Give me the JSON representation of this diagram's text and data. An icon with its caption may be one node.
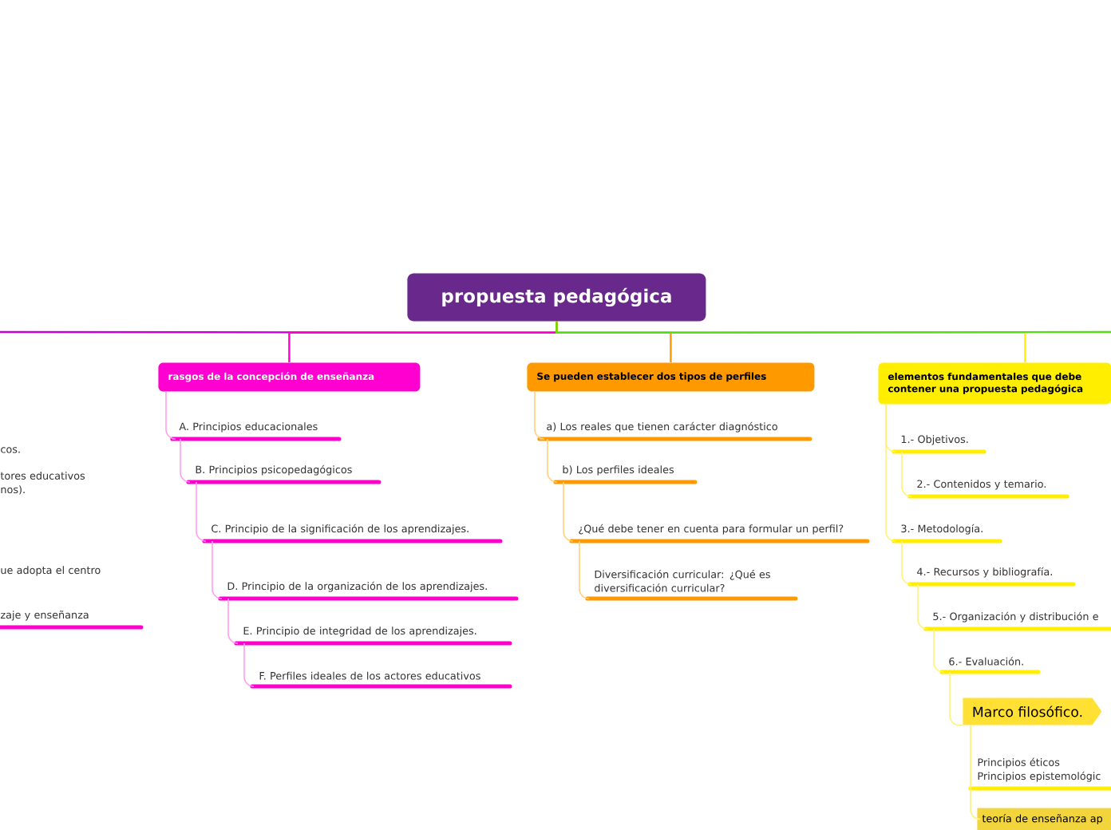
{
  "diagram": {
    "nodes": [
      {
        "text": [
          "propuesta pedagógica"
        ]
      },
      {
        "text": [
          "cos."
        ]
      },
      {
        "text": [
          "tores educativos nos)."
        ]
      },
      {
        "text": [
          "ue adopta el centro"
        ]
      },
      {
        "text": [
          "zaje y enseñanza"
        ]
      },
      {
        "text": [
          "rasgos de la concepción de enseñanza"
        ]
      },
      {
        "text": [
          "A. Principios educacionales"
        ]
      },
      {
        "text": [
          "B. Principios psicopedagógicos"
        ]
      },
      {
        "text": [
          "C. Principio de la significación de los aprendizajes."
        ]
      },
      {
        "text": [
          "D. Principio de la organización de los aprendizajes."
        ]
      },
      {
        "text": [
          "E. Principio de integridad de los aprendizajes."
        ]
      },
      {
        "text": [
          "F. Perfiles ideales de los actores educativos"
        ]
      },
      {
        "text": [
          "Se pueden establecer dos tipos de perfiles"
        ]
      },
      {
        "text": [
          "a) Los reales que tienen carácter diagnóstico"
        ]
      },
      {
        "text": [
          "b) Los perfiles ideales"
        ]
      },
      {
        "text": [
          "¿Qué debe tener en cuenta para formular un perfil?"
        ]
      },
      {
        "text": [
          "Diversificación curricular: ¿Qué es diversificación curricular?"
        ]
      },
      {
        "text": [
          "elementos fundamentales que debe contener una propuesta pedagógica"
        ]
      },
      {
        "text": [
          "1.- Objetivos."
        ]
      },
      {
        "text": [
          "2.- Contenidos y temario."
        ]
      },
      {
        "text": [
          "3.- Metodología."
        ]
      },
      {
        "text": [
          "4.- Recursos y bibliografía."
        ]
      },
      {
        "text": [
          "5.- Organización y distribución e"
        ]
      },
      {
        "text": [
          "6.- Evaluación."
        ]
      },
      {
        "text": [
          "Marco filosófico."
        ]
      },
      {
        "text": [
          "Principios éticos Principios epistemológic"
        ]
      },
      {
        "text": [
          "teoría de enseñanza ap"
        ]
      }
    ],
    "edges": [
      {
        "from": 0,
        "to": null,
        "arrow": "none",
        "color": "#c800d8"
      },
      {
        "from": 0,
        "to": 5,
        "arrow": "none",
        "color": "#ff00cc"
      },
      {
        "from": 0,
        "to": 12,
        "arrow": "none",
        "color": "#ff9900"
      },
      {
        "from": 0,
        "to": 17,
        "arrow": "none",
        "color": "#ffee00"
      },
      {
        "from": 0,
        "to": null,
        "arrow": "none",
        "color": "#55dd11"
      },
      {
        "from": 5,
        "to": 6,
        "arrow": "none",
        "color": "#ffa0ee"
      },
      {
        "from": 6,
        "to": 7,
        "arrow": "none",
        "color": "#ffa0ee"
      },
      {
        "from": 7,
        "to": 8,
        "arrow": "none",
        "color": "#ffa0ee"
      },
      {
        "from": 8,
        "to": 9,
        "arrow": "none",
        "color": "#ffa0ee"
      },
      {
        "from": 9,
        "to": 10,
        "arrow": "none",
        "color": "#ffa0ee"
      },
      {
        "from": 10,
        "to": 11,
        "arrow": "none",
        "color": "#ffa0ee"
      },
      {
        "from": 12,
        "to": 13,
        "arrow": "none",
        "color": "#ffd080"
      },
      {
        "from": 13,
        "to": 14,
        "arrow": "none",
        "color": "#ffd080"
      },
      {
        "from": 14,
        "to": 15,
        "arrow": "none",
        "color": "#ffd080"
      },
      {
        "from": 15,
        "to": 16,
        "arrow": "none",
        "color": "#ffd080"
      },
      {
        "from": 17,
        "to": 18,
        "arrow": "none",
        "color": "#fff27a"
      },
      {
        "from": 18,
        "to": 19,
        "arrow": "none",
        "color": "#fff27a"
      },
      {
        "from": 17,
        "to": 20,
        "arrow": "none",
        "color": "#fff27a"
      },
      {
        "from": 20,
        "to": 21,
        "arrow": "none",
        "color": "#fff27a"
      },
      {
        "from": 21,
        "to": 22,
        "arrow": "none",
        "color": "#fff27a"
      },
      {
        "from": 22,
        "to": 23,
        "arrow": "none",
        "color": "#fff27a"
      },
      {
        "from": 23,
        "to": 24,
        "arrow": "none",
        "color": "#fff27a"
      },
      {
        "from": 24,
        "to": 25,
        "arrow": "none",
        "color": "#fff27a"
      },
      {
        "from": 24,
        "to": 26,
        "arrow": "none",
        "color": "#fff27a"
      }
    ]
  }
}
